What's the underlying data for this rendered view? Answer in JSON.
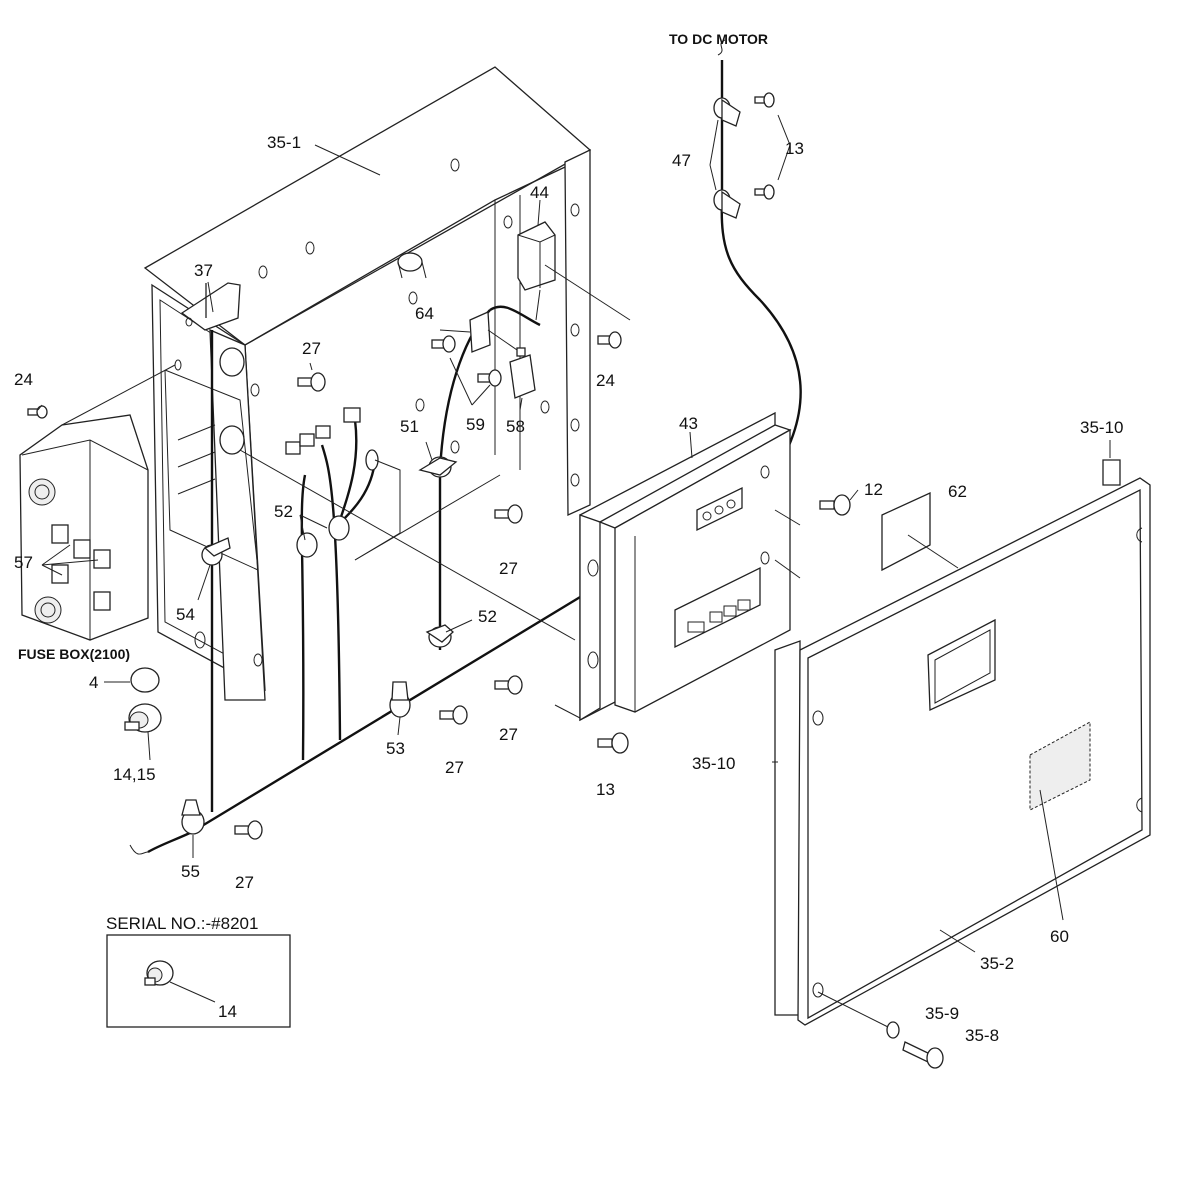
{
  "labels": {
    "to_dc_motor": "TO DC MOTOR",
    "fuse_box": "FUSE BOX(2100)",
    "serial_no": "SERIAL NO.:-#8201",
    "p35_1": "35-1",
    "p37": "37",
    "p27_a": "27",
    "p24_left": "24",
    "p57": "57",
    "p54": "54",
    "p4": "4",
    "p14_15": "14,15",
    "p52_a": "52",
    "p51": "51",
    "p27_b": "27",
    "p52_b": "52",
    "p27_c": "27",
    "p53": "53",
    "p27_d": "27",
    "p55": "55",
    "p27_e": "27",
    "p14": "14",
    "p44": "44",
    "p64": "64",
    "p59": "59",
    "p58": "58",
    "p24_right": "24",
    "p47": "47",
    "p13_top": "13",
    "p43": "43",
    "p12": "12",
    "p13_bottom": "13",
    "p62": "62",
    "p35_10_top": "35-10",
    "p35_10_left": "35-10",
    "p60": "60",
    "p35_2": "35-2",
    "p35_9": "35-9",
    "p35_8": "35-8"
  }
}
